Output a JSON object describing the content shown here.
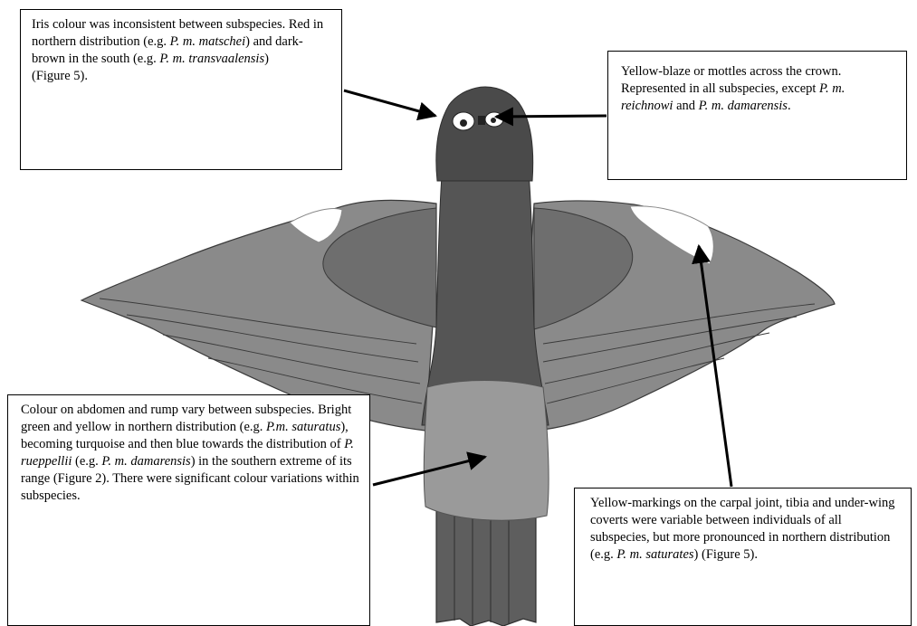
{
  "callouts": {
    "iris": {
      "segments": [
        {
          "t": "Iris colour was inconsistent between subspecies.  Red in northern distribution (e.g. ",
          "i": false
        },
        {
          "t": "P. m. matschei",
          "i": true
        },
        {
          "t": ") and dark-brown in the south (e.g. ",
          "i": false
        },
        {
          "t": "P. m. transvaalensis",
          "i": true
        },
        {
          "t": ")",
          "i": false
        },
        {
          "t": "\n(Figure 5).",
          "i": false
        }
      ]
    },
    "crown": {
      "segments": [
        {
          "t": "Yellow-blaze or mottles across the crown.  Represented in all subspecies, except ",
          "i": false
        },
        {
          "t": "P. m. reichnowi",
          "i": true
        },
        {
          "t": " and ",
          "i": false
        },
        {
          "t": "P. m. damarensis",
          "i": true
        },
        {
          "t": ".",
          "i": false
        }
      ]
    },
    "abdomen": {
      "segments": [
        {
          "t": "Colour on abdomen and rump vary between subspecies.  Bright green and yellow in northern distribution (e.g. ",
          "i": false
        },
        {
          "t": "P.m. saturatus",
          "i": true
        },
        {
          "t": "), becoming turquoise and then blue towards the distribution of ",
          "i": false
        },
        {
          "t": "P. rueppellii",
          "i": true
        },
        {
          "t": " (e.g. ",
          "i": false
        },
        {
          "t": "P. m. damarensis",
          "i": true
        },
        {
          "t": ") in the southern extreme of its range (Figure 2).  There were significant colour variations within subspecies.",
          "i": false
        }
      ]
    },
    "carpal": {
      "segments": [
        {
          "t": "Yellow-markings on the carpal joint, tibia and under-wing coverts were variable between individuals of all subspecies, but more pronounced in northern distribution (e.g. ",
          "i": false
        },
        {
          "t": "P. m. saturates",
          "i": true
        },
        {
          "t": ") (Figure 5).",
          "i": false
        }
      ]
    }
  },
  "colors": {
    "head": "#4a4a4a",
    "body": "#555555",
    "wing": "#8a8a8a",
    "wing_dark": "#6e6e6e",
    "belly": "#9a9a9a",
    "tail": "#5e5e5e",
    "highlight": "#ffffff"
  }
}
